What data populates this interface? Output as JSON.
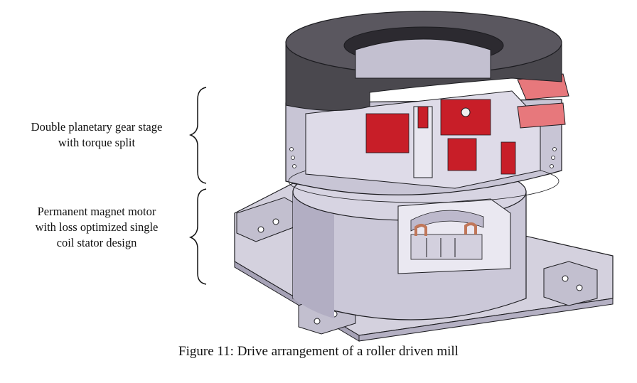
{
  "labels": {
    "gear_stage": [
      "Double planetary gear stage",
      "with torque split"
    ],
    "motor": [
      "Permanent magnet motor",
      "with loss optimized single",
      "coil stator design"
    ]
  },
  "caption": "Figure 11: Drive arrangement of a roller driven mill",
  "colors": {
    "body": "#c9c6d6",
    "body_dark": "#9f9bb0",
    "top_ring": "#4a484e",
    "gear_red": "#c81e28",
    "magnet_pink": "#e7787c",
    "copper": "#c0775a",
    "outline": "#1c1c20"
  }
}
